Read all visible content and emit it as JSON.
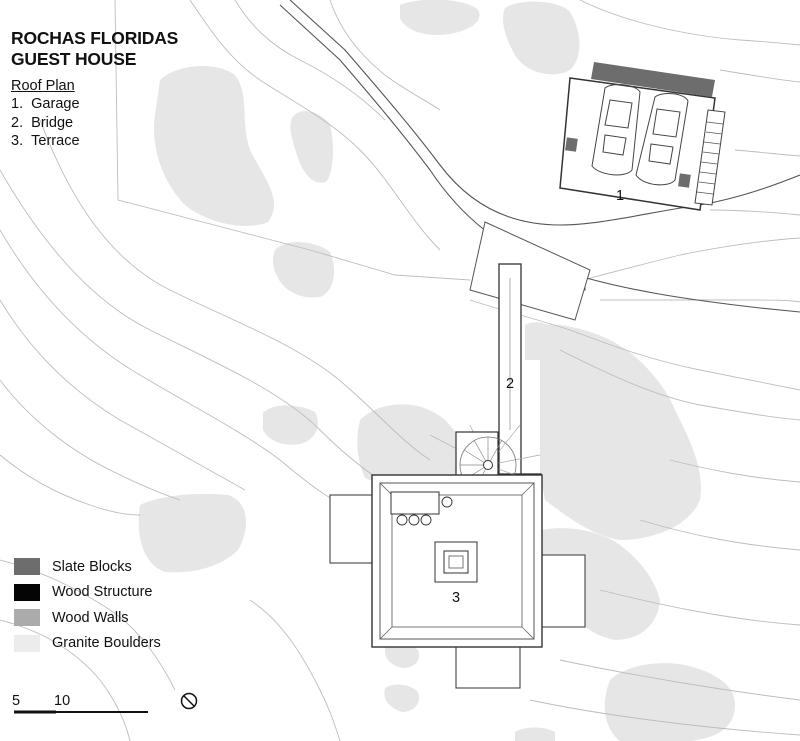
{
  "title_lines": [
    "ROCHAS FLORIDAS",
    "GUEST HOUSE"
  ],
  "subtitle": "Roof Plan",
  "list": [
    {
      "num": "1.",
      "label": "Garage"
    },
    {
      "num": "2.",
      "label": "Bridge"
    },
    {
      "num": "3.",
      "label": "Terrace"
    }
  ],
  "plan_labels": {
    "garage": "1",
    "bridge": "2",
    "terrace": "3"
  },
  "legend": [
    {
      "label": "Slate Blocks",
      "color": "#6d6d6d"
    },
    {
      "label": "Wood Structure",
      "color": "#050505"
    },
    {
      "label": "Wood Walls",
      "color": "#ababab"
    },
    {
      "label": "Granite Boulders",
      "color": "#ececec"
    }
  ],
  "scale": {
    "a": "5",
    "b": "10"
  },
  "north_icon": "north-arrow-icon"
}
